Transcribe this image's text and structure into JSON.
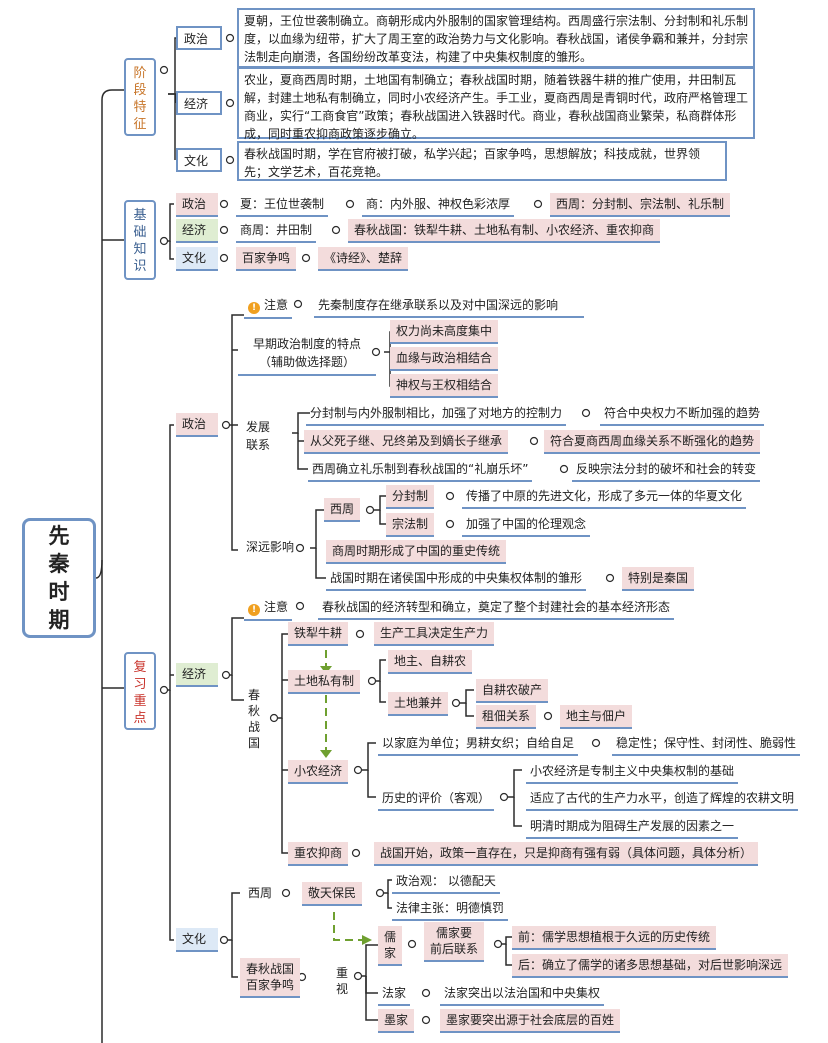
{
  "root": {
    "title": "先秦时期"
  },
  "sections": {
    "stage": "阶段特征",
    "basic": "基础知识",
    "review": "复习重点"
  },
  "stage": {
    "politics_label": "政治",
    "politics_text": "夏朝，王位世袭制确立。商朝形成内外服制的国家管理结构。西周盛行宗法制、分封制和礼乐制度，以血缘为纽带，扩大了周王室的政治势力与文化影响。春秋战国，诸侯争霸和兼并，分封宗法制走向崩溃，各国纷纷改革变法，构建了中央集权制度的雏形。",
    "economy_label": "经济",
    "economy_text": "农业，夏商西周时期，土地国有制确立；春秋战国时期，随着铁器牛耕的推广使用，井田制瓦解，封建土地私有制确立，同时小农经济产生。手工业，夏商西周是青铜时代，政府严格管理工商业，实行“工商食官”政策；春秋战国进入铁器时代。商业，春秋战国商业繁荣，私商群体形成，同时重农抑商政策逐步确立。",
    "culture_label": "文化",
    "culture_text": "春秋战国时期，学在官府被打破，私学兴起；百家争鸣，思想解放；科技成就，世界领先；文学艺术，百花竞艳。"
  },
  "basic": {
    "politics_label": "政治",
    "politics_items": [
      "夏：王位世袭制",
      "商：内外服、神权色彩浓厚",
      "西周：分封制、宗法制、礼乐制"
    ],
    "economy_label": "经济",
    "economy_items": [
      "商周：井田制",
      "春秋战国：铁犁牛耕、土地私有制、小农经济、重农抑商"
    ],
    "culture_label": "文化",
    "culture_items": [
      "百家争鸣",
      "《诗经》、楚辞"
    ]
  },
  "review": {
    "politics": {
      "label": "政治",
      "note_label": "注意",
      "note_text": "先秦制度存在继承联系以及对中国深远的影响",
      "early_label": "早期政治制度的特点\n（辅助做选择题）",
      "early_items": [
        "权力尚未高度集中",
        "血缘与政治相结合",
        "神权与王权相结合"
      ],
      "dev_label": "发展\n联系",
      "dev_items": [
        {
          "a": "分封制与内外服制相比，加强了对地方的控制力",
          "b": "符合中央权力不断加强的趋势"
        },
        {
          "a": "从父死子继、兄终弟及到嫡长子继承",
          "b": "符合夏商西周血缘关系不断强化的趋势"
        },
        {
          "a": "西周确立礼乐制到春秋战国的“礼崩乐坏”",
          "b": "反映宗法分封的破坏和社会的转变"
        }
      ],
      "impact_label": "深远影响",
      "xizhou": "西周",
      "fenfeng": "分封制",
      "fenfeng_text": "传播了中原的先进文化，形成了多元一体的华夏文化",
      "zongfa": "宗法制",
      "zongfa_text": "加强了中国的伦理观念",
      "shang_text": "商周时期形成了中国的重史传统",
      "zhanguo_text": "战国时期在诸侯国中形成的中央集权体制的雏形",
      "qin_text": "特别是秦国"
    },
    "economy": {
      "label": "经济",
      "note_label": "注意",
      "note_text": "春秋战国的经济转型和确立，奠定了整个封建社会的基本经济形态",
      "era_label": "春\n秋\n战\n国",
      "tieli": "铁犁牛耕",
      "tieli_text": "生产工具决定生产力",
      "tudi": "土地私有制",
      "dizhu": "地主、自耕农",
      "jianbing": "土地兼并",
      "pochan": "自耕农破产",
      "zudian": "租佃关系",
      "dizhu_dianhu": "地主与佃户",
      "xiaonong": "小农经济",
      "xiaonong_feature": "以家庭为单位；男耕女织；自给自足",
      "xiaonong_nature": "稳定性；保守性、封闭性、脆弱性",
      "eval_label": "历史的评价（客观）",
      "eval_items": [
        "小农经济是专制主义中央集权制的基础",
        "适应了古代的生产力水平，创造了辉煌的农耕文明",
        "明清时期成为阻碍生产发展的因素之一"
      ],
      "zhongnong": "重农抑商",
      "zhongnong_text": "战国开始，政策一直存在，只是抑商有强有弱（具体问题，具体分析）"
    },
    "culture": {
      "label": "文化",
      "xizhou": "西周",
      "jingtian": "敬天保民",
      "political": "政治观： 以德配天",
      "legal": "法律主张：明德慎罚",
      "era_label": "春秋战国\n百家争鸣",
      "zhongshi": "重\n视",
      "rujia": "儒\n家",
      "rujia_link": "儒家要\n前后联系",
      "qian": "前：儒学思想植根于久远的历史传统",
      "hou": "后：确立了儒学的诸多思想基础，对后世影响深远",
      "fajia": "法家",
      "fajia_text": "法家突出以法治国和中央集权",
      "mojia": "墨家",
      "mojia_text": "墨家要突出源于社会底层的百姓"
    }
  }
}
